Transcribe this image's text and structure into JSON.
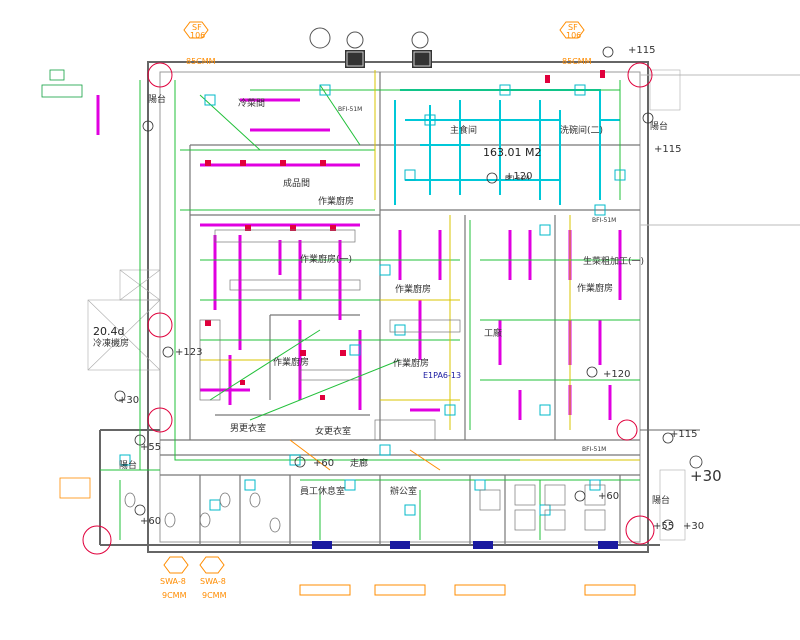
{
  "colors": {
    "wall": "#555555",
    "duct_magenta": "#e000e0",
    "pipe_green": "#22c03a",
    "pipe_cyan": "#00c8d8",
    "pipe_yellow": "#d8c400",
    "red": "#e0003c",
    "orange": "#ff8c00",
    "navy": "#1a1aa0"
  },
  "rooms": {
    "cool_kitchen": "冷菜間",
    "finish_room": "成品間",
    "area_label": "163.01 M2",
    "dish_room": "洗碗间(二)",
    "staple_room": "主食间",
    "workroom_1": "作業廚房",
    "workroom_2": "作業廚房(一)",
    "workroom_3": "作業廚房",
    "prep_room": "生菜粗加工(一)",
    "workroom_4": "作業廚房",
    "workroom_5": "作業廚房",
    "workroom_6": "作業廚房",
    "workroom_7": "工廠",
    "male_locker": "男更衣室",
    "female_locker": "女更衣室",
    "corridor": "走廊",
    "staff_rest": "員工休息室",
    "office": "辦公室",
    "balcony_left": "陽台",
    "balcony_right": "陽台",
    "balcony_bottom": "陽台",
    "balcony_br": "陽台",
    "cold_store": "20.4d",
    "cold_store2": "冷凍機房"
  },
  "elevations": {
    "e1": "+115",
    "e2": "+115",
    "e3": "+120",
    "e4": "+120",
    "e5": "+55",
    "e6": "+60",
    "e7": "+60",
    "e8": "+30",
    "e9": "+30",
    "e10": "+55",
    "e11": "+30",
    "e12": "+115",
    "e13": "+123",
    "e14": "+60"
  },
  "equipment": {
    "sf1_code": "SF",
    "sf1_num": "106",
    "sf1_cmm": "85CMM",
    "sf2_code": "SF",
    "sf2_num": "106",
    "sf2_cmm": "85CMM",
    "swa1_num": "SWA-8",
    "swa1_cmm": "9CMM",
    "swa2_num": "SWA-8",
    "swa2_cmm": "9CMM",
    "e1pa": "E1PA6-13",
    "bfi1": "BFI-51M",
    "bfi2": "BFI-51M",
    "bfi3": "BFI-51M",
    "bfi4": "BFI-51M"
  }
}
